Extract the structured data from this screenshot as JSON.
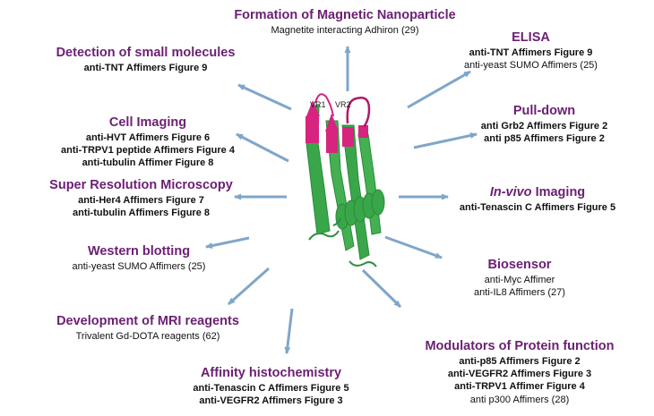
{
  "colors": {
    "title": "#6b1f73",
    "arrow": "#7fa6c9",
    "strand": "#3aa64a",
    "loop": "#d6247f"
  },
  "center": {
    "icon": "affimer-protein-structure",
    "vr1": "VR1",
    "vr2": "VR2"
  },
  "applications": {
    "magnetic": {
      "title": "Formation of Magnetic Nanoparticle",
      "lines": [
        "Magnetite interacting Adhiron (29)"
      ]
    },
    "small_molecules": {
      "title": "Detection of small molecules",
      "lines": [
        "anti-TNT Affimers Figure 9"
      ]
    },
    "elisa": {
      "title": "ELISA",
      "lines": [
        "anti-TNT Affimers Figure 9",
        "anti-yeast SUMO Affimers (25)"
      ]
    },
    "cell_imaging": {
      "title": "Cell Imaging",
      "lines": [
        "anti-HVT Affimers Figure 6",
        "anti-TRPV1 peptide Affimers Figure 4",
        "anti-tubulin Affimer Figure 8"
      ]
    },
    "pulldown": {
      "title": "Pull-down",
      "lines": [
        "anti Grb2 Affimers Figure 2",
        "anti p85 Affimers Figure 2"
      ]
    },
    "super_resolution": {
      "title": "Super Resolution Microscopy",
      "lines": [
        "anti-Her4 Affimers Figure 7",
        "anti-tubulin Affimers Figure 8"
      ]
    },
    "invivo": {
      "title_italic": "In-vivo",
      "title_rest": " Imaging",
      "lines": [
        "anti-Tenascin C Affimers Figure 5"
      ]
    },
    "western": {
      "title": "Western blotting",
      "lines": [
        "anti-yeast SUMO Affimers (25)"
      ]
    },
    "biosensor": {
      "title": "Biosensor",
      "lines": [
        "anti-Myc Affimer",
        "anti-IL8 Affimers (27)"
      ]
    },
    "mri": {
      "title": "Development of MRI reagents",
      "lines": [
        "Trivalent Gd-DOTA reagents (62)"
      ]
    },
    "modulators": {
      "title": "Modulators of Protein function",
      "lines": [
        "anti-p85 Affimers Figure 2",
        "anti-VEGFR2 Affimers Figure 3",
        "anti-TRPV1 Affimer Figure 4",
        "anti p300 Affimers (28)"
      ]
    },
    "histochemistry": {
      "title": "Affinity histochemistry",
      "lines": [
        "anti-Tenascin C Affimers Figure 5",
        "anti-VEGFR2 Affimers Figure 3"
      ]
    }
  }
}
